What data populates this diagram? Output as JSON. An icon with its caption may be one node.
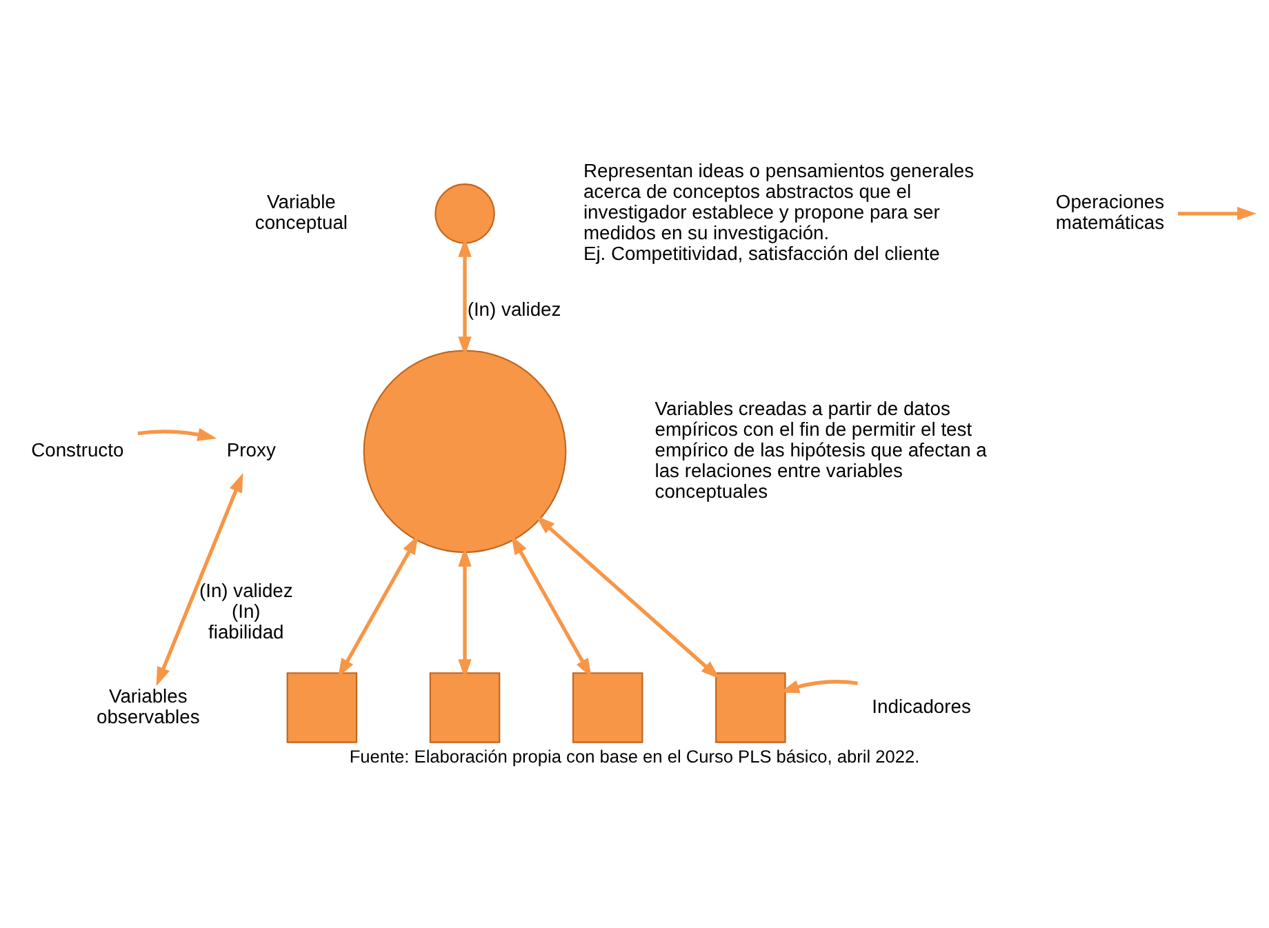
{
  "diagram": {
    "caption": "Fuente: Elaboración propia con base en el Curso PLS básico, abril 2022.",
    "nodes": [
      {
        "text": [
          "Variable conceptual"
        ]
      },
      {
        "text": [],
        "shape": "circle"
      },
      {
        "text": [
          "Representan ideas o pensamientos generales acerca de conceptos abstractos que el investigador establece y propone para ser medidos en su investigación.",
          "Ej. Competitividad, satisfacción del cliente"
        ]
      },
      {
        "text": [
          "Constructo"
        ]
      },
      {
        "text": [
          "Proxy"
        ]
      },
      {
        "text": [],
        "shape": "circle"
      },
      {
        "text": [
          "Variables creadas a partir de datos empíricos con el fin de permitir el test empírico de las hipótesis que afectan a las relaciones entre variables conceptuales"
        ]
      },
      {
        "text": [
          "Variables observables"
        ]
      },
      {
        "text": [],
        "shape": "box"
      },
      {
        "text": [],
        "shape": "box"
      },
      {
        "text": [],
        "shape": "box"
      },
      {
        "text": [],
        "shape": "box"
      },
      {
        "text": [
          "Operaciones matemáticas"
        ]
      },
      {
        "text": [
          "Indicadores"
        ]
      }
    ],
    "edges": [
      {
        "from": 1,
        "to": 5,
        "arrow": "both",
        "label": "(In) validez"
      },
      {
        "from": 3,
        "to": 4,
        "arrow": "to"
      },
      {
        "from": 4,
        "to": 7,
        "arrow": "both",
        "label": "(In) validez (In) fiabilidad"
      },
      {
        "from": 5,
        "to": 8,
        "arrow": "both"
      },
      {
        "from": 5,
        "to": 9,
        "arrow": "both"
      },
      {
        "from": 5,
        "to": 10,
        "arrow": "both"
      },
      {
        "from": 5,
        "to": 11,
        "arrow": "both"
      },
      {
        "from": 12,
        "to": null,
        "arrow": "to"
      },
      {
        "from": 13,
        "to": 11,
        "arrow": "to"
      }
    ]
  }
}
